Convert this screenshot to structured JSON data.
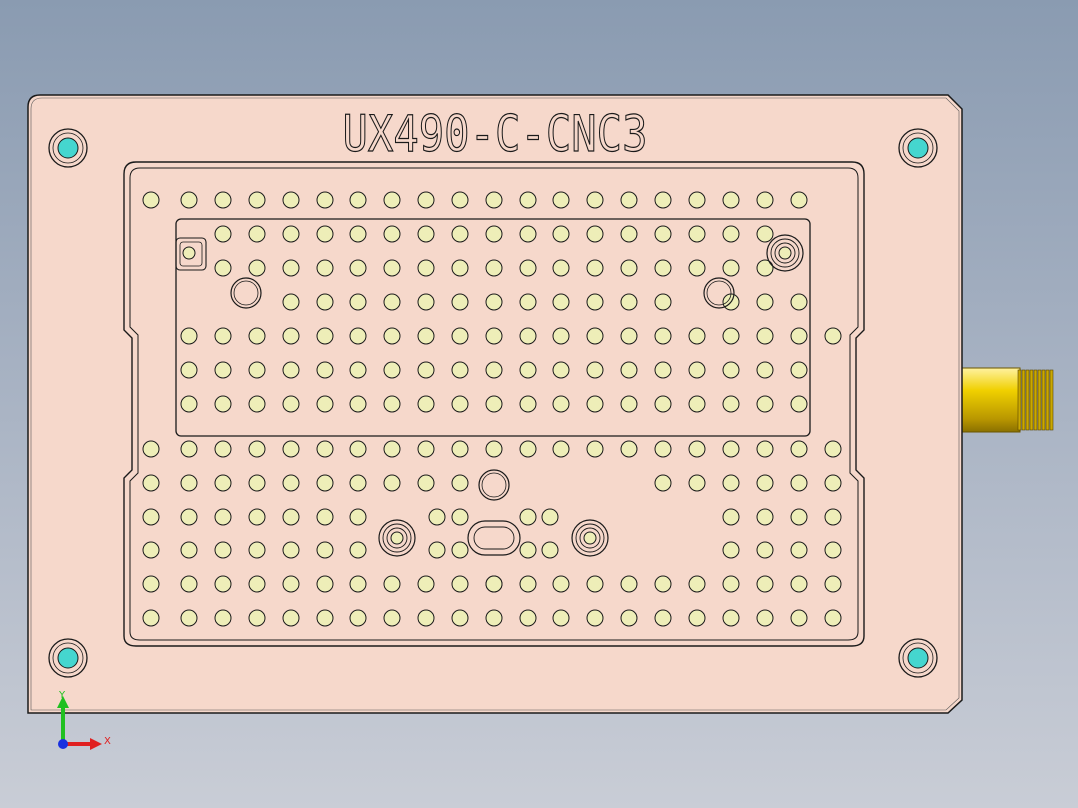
{
  "part": {
    "engraving": "UX490-C-CNC3",
    "plate_color": "#f6d8cb",
    "outline_color": "#1a1a1a",
    "hole_fill": "#eeeeb8",
    "locating_pin_color": "#45d6cf",
    "connector_color": "#e6c400"
  },
  "triad": {
    "x_label": "X",
    "y_label": "Y",
    "x_color": "#e02020",
    "y_color": "#20c020",
    "z_color": "#1830e0"
  }
}
